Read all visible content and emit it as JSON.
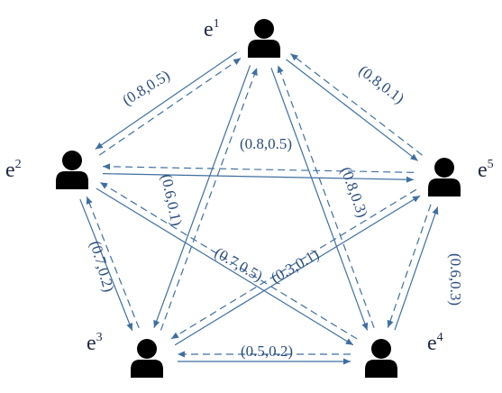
{
  "nodes": [
    {
      "id": "e1",
      "base": "e",
      "sup": "1",
      "icon": "user-icon"
    },
    {
      "id": "e2",
      "base": "e",
      "sup": "2",
      "icon": "user-icon"
    },
    {
      "id": "e3",
      "base": "e",
      "sup": "3",
      "icon": "user-icon"
    },
    {
      "id": "e4",
      "base": "e",
      "sup": "4",
      "icon": "user-icon"
    },
    {
      "id": "e5",
      "base": "e",
      "sup": "5",
      "icon": "user-icon"
    }
  ],
  "edges": [
    {
      "a": "e1",
      "b": "e2",
      "label": "(0.8,0.5)"
    },
    {
      "a": "e1",
      "b": "e5",
      "label": "(0.8,0.1)"
    },
    {
      "a": "e2",
      "b": "e5",
      "label": "(0.8,0.5)"
    },
    {
      "a": "e1",
      "b": "e3",
      "label": "(0.6,0.1)"
    },
    {
      "a": "e1",
      "b": "e4",
      "label": "(0.8,0.3)"
    },
    {
      "a": "e2",
      "b": "e3",
      "label": "(0.7,0.2)"
    },
    {
      "a": "e2",
      "b": "e4",
      "label": "(0.7,0.5)"
    },
    {
      "a": "e3",
      "b": "e5",
      "label": "(0.3,0.1)"
    },
    {
      "a": "e4",
      "b": "e5",
      "label": "(0.6,0.3)"
    },
    {
      "a": "e3",
      "b": "e4",
      "label": "(0.5,0.2)"
    }
  ],
  "colors": {
    "icon": "#2f8fd6",
    "line": "#3f6fa0",
    "label": "#2b4c7e",
    "node_text": "#1f2a44"
  }
}
